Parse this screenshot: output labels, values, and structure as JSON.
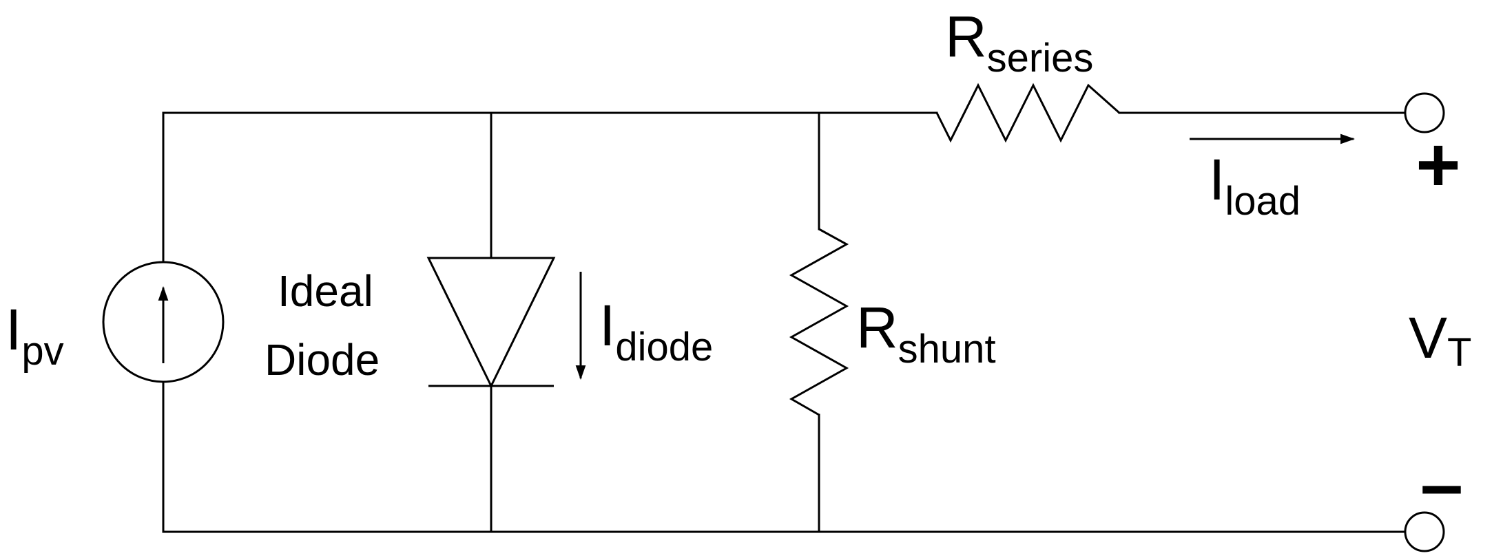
{
  "labels": {
    "i_pv_main": "I",
    "i_pv_sub": "pv",
    "diode_line1": "Ideal",
    "diode_line2": "Diode",
    "i_diode_main": "I",
    "i_diode_sub": "diode",
    "r_shunt_main": "R",
    "r_shunt_sub": "shunt",
    "r_series_main": "R",
    "r_series_sub": "series",
    "i_load_main": "I",
    "i_load_sub": "load",
    "v_t_main": "V",
    "v_t_sub": "T",
    "plus": "+",
    "minus": "–"
  }
}
